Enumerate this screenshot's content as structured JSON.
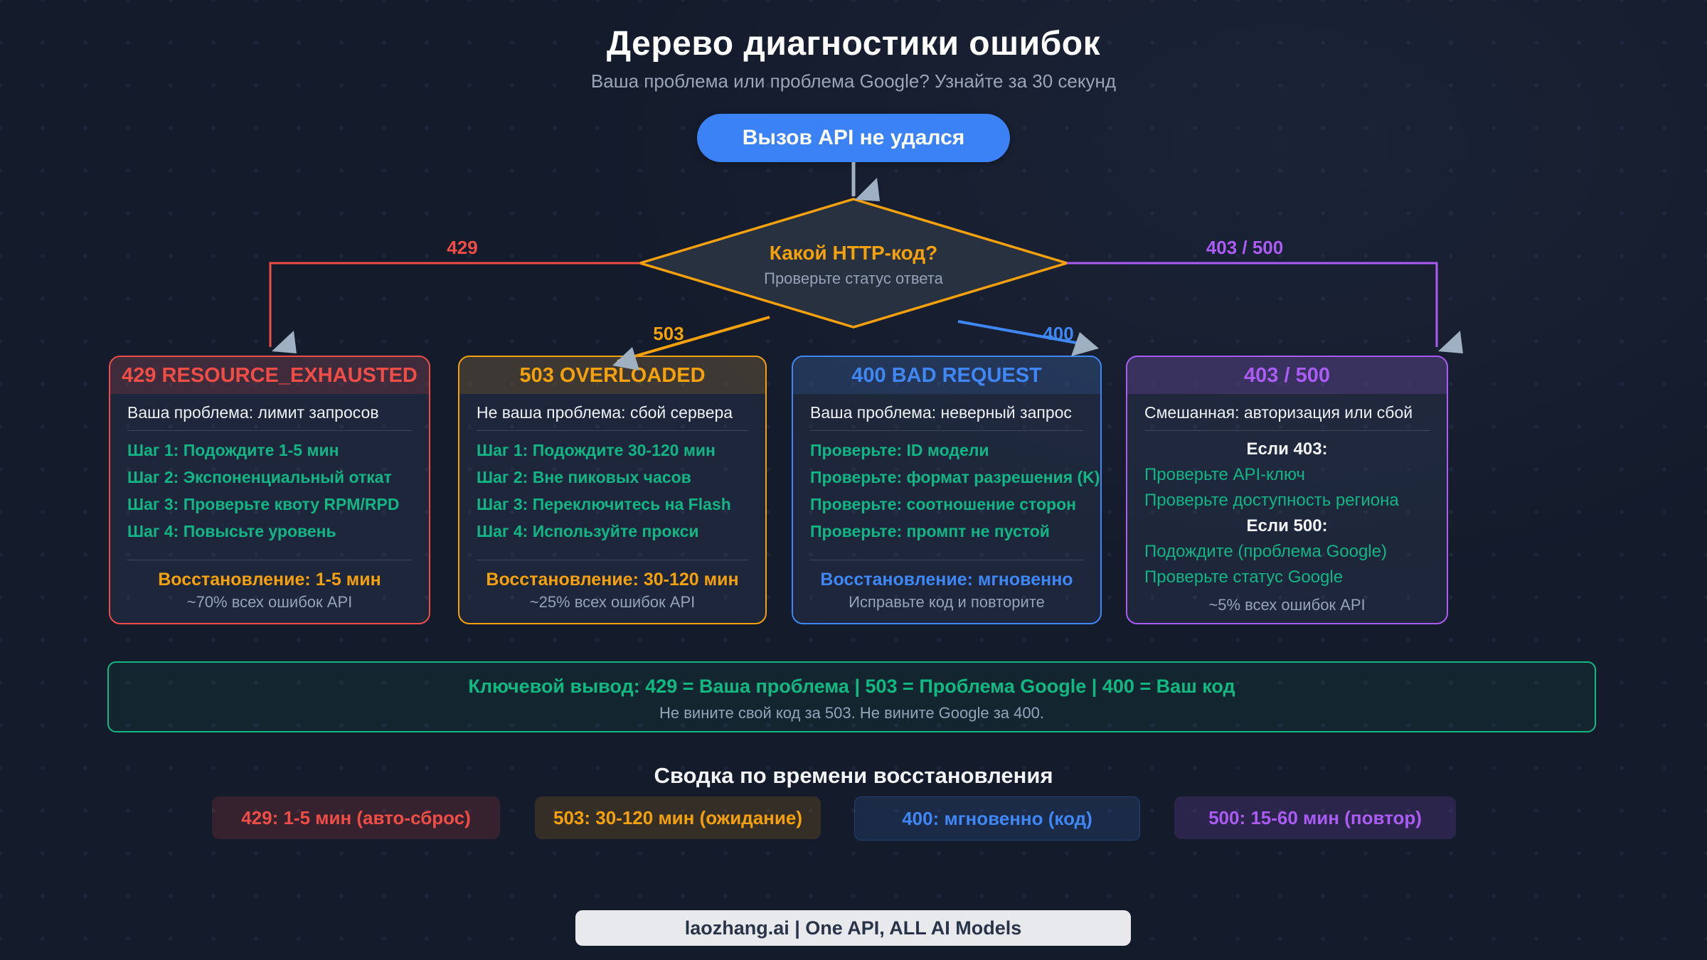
{
  "page": {
    "title": "Дерево диагностики ошибок",
    "subtitle": "Ваша проблема или проблема Google? Узнайте за 30 секунд"
  },
  "flow": {
    "start_label": "Вызов API не удался",
    "decision": {
      "title": "Какой HTTP-код?",
      "subtitle": "Проверьте статус ответа"
    },
    "edge_labels": {
      "e429": "429",
      "e503": "503",
      "e400": "400",
      "e403_500": "403 / 500"
    },
    "colors": {
      "red": "#ef4d46",
      "orange": "#f5a10c",
      "blue": "#3f87f5",
      "purple": "#ab5cf5",
      "green": "#12b584",
      "arrow_gray": "#9fb0c2",
      "start_blue": "#3b82f6",
      "takeaway_green": "#10b981"
    }
  },
  "cards": [
    {
      "title": "429 RESOURCE_EXHAUSTED",
      "color": "#ef4d46",
      "problem": "Ваша проблема: лимит запросов",
      "steps": [
        "Шаг 1: Подождите 1-5 мин",
        "Шаг 2: Экспоненциальный откат",
        "Шаг 3: Проверьте квоту RPM/RPD",
        "Шаг 4: Повысьте уровень"
      ],
      "recovery": "Восстановление: 1-5 мин",
      "note": "~70% всех ошибок API"
    },
    {
      "title": "503 OVERLOADED",
      "color": "#f5a10c",
      "problem": "Не ваша проблема: сбой сервера",
      "steps": [
        "Шаг 1: Подождите 30-120 мин",
        "Шаг 2: Вне пиковых часов",
        "Шаг 3: Переключитесь на Flash",
        "Шаг 4: Используйте прокси"
      ],
      "recovery": "Восстановление: 30-120 мин",
      "note": "~25% всех ошибок API"
    },
    {
      "title": "400 BAD REQUEST",
      "color": "#3f87f5",
      "problem": "Ваша проблема: неверный запрос",
      "steps": [
        "Проверьте: ID модели",
        "Проверьте: формат разрешения (K)",
        "Проверьте: соотношение сторон",
        "Проверьте: промпт не пустой"
      ],
      "recovery": "Восстановление: мгновенно",
      "note": "Исправьте код и повторите"
    },
    {
      "title": "403 / 500",
      "color": "#ab5cf5",
      "problem": "Смешанная: авторизация или сбой",
      "sections": [
        {
          "heading": "Если 403:",
          "items": [
            "Проверьте API-ключ",
            "Проверьте доступность региона"
          ]
        },
        {
          "heading": "Если 500:",
          "items": [
            "Подождите (проблема Google)",
            "Проверьте статус Google"
          ]
        }
      ],
      "note": "~5% всех ошибок API"
    }
  ],
  "takeaway": {
    "title": "Ключевой вывод: 429 = Ваша проблема | 503 = Проблема Google | 400 = Ваш код",
    "subtitle": "Не вините свой код за 503. Не вините Google за 400."
  },
  "summary": {
    "title": "Сводка по времени восстановления",
    "chips": [
      {
        "label": "429: 1-5 мин (авто-сброс)",
        "color": "#ef4d46"
      },
      {
        "label": "503: 30-120 мин (ожидание)",
        "color": "#f5a10c"
      },
      {
        "label": "400: мгновенно (код)",
        "color": "#3f87f5"
      },
      {
        "label": "500: 15-60 мин (повтор)",
        "color": "#ab5cf5"
      }
    ]
  },
  "footer": {
    "brand": "laozhang.ai | One API, ALL AI Models"
  }
}
